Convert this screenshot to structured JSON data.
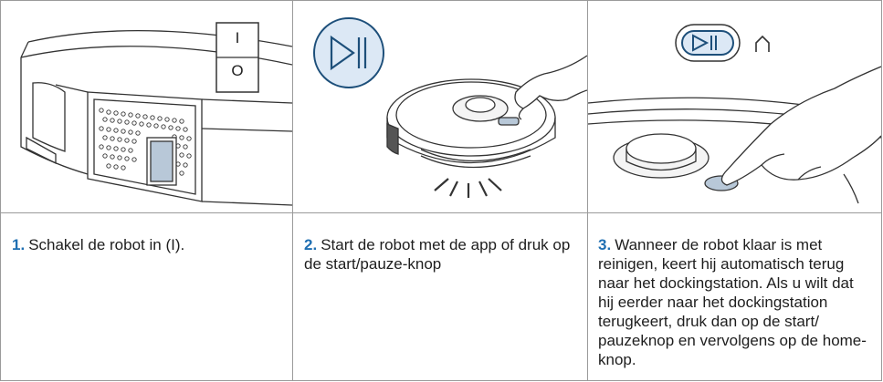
{
  "steps": [
    {
      "number": "1.",
      "text": "Schakel de robot in (I).",
      "illustration": "robot-power-switch",
      "switch_labels": [
        "I",
        "O"
      ]
    },
    {
      "number": "2.",
      "text": "Start de robot met de app of druk op de start/pauze-knop",
      "illustration": "robot-start-button",
      "icon": "play-pause-icon"
    },
    {
      "number": "3.",
      "text": "Wanneer de robot klaar is met reinigen, keert hij automatisch terug naar het dockingstation. Als u wilt dat hij eerder naar het dockingstation terugkeert, druk dan op de start/ pauzeknop en vervolgens op de home-knop.",
      "illustration": "robot-home-button",
      "icons": [
        "play-pause-icon",
        "home-icon"
      ]
    }
  ],
  "colors": {
    "step_number": "#1f6fb2",
    "border": "#9a9a9a",
    "icon_bg": "#dce8f5",
    "icon_stroke": "#1d4f7a"
  }
}
